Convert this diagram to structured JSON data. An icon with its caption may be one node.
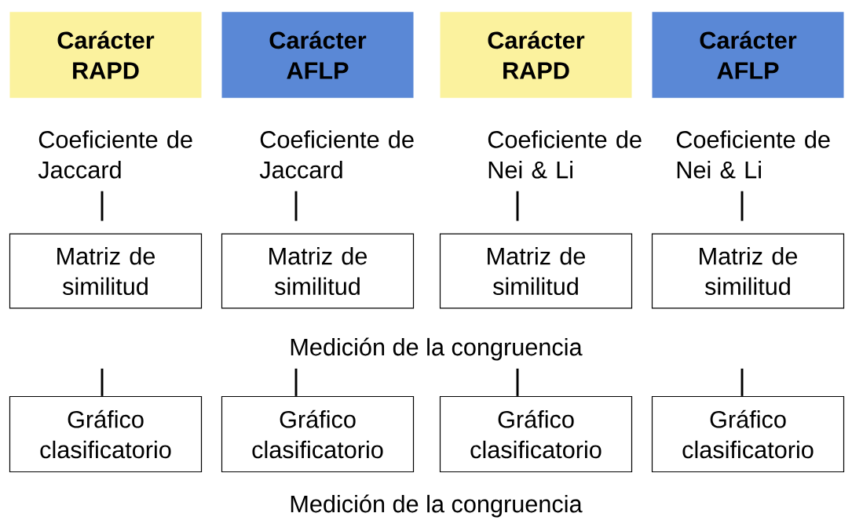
{
  "diagram": {
    "nodes": [
      {
        "text": [
          "Carácter RAPD"
        ]
      },
      {
        "text": [
          "Carácter AFLP"
        ]
      },
      {
        "text": [
          "Carácter RAPD"
        ]
      },
      {
        "text": [
          "Carácter AFLP"
        ]
      },
      {
        "text": [
          "Coeficiente de Jaccard"
        ]
      },
      {
        "text": [
          "Coeficiente de Jaccard"
        ]
      },
      {
        "text": [
          "Coeficiente de Nei & Li"
        ]
      },
      {
        "text": [
          "Coeficiente de Nei & Li"
        ]
      },
      {
        "text": [
          "Matriz de similitud"
        ]
      },
      {
        "text": [
          "Matriz de similitud"
        ]
      },
      {
        "text": [
          "Matriz de similitud"
        ]
      },
      {
        "text": [
          "Matriz de similitud"
        ]
      },
      {
        "text": [
          "Gráfico clasificatorio"
        ]
      },
      {
        "text": [
          "Gráfico clasificatorio"
        ]
      },
      {
        "text": [
          "Gráfico clasificatorio"
        ]
      },
      {
        "text": [
          "Gráfico clasificatorio"
        ]
      }
    ],
    "edges": [
      {
        "from": 4,
        "to": 8,
        "arrow": "none"
      },
      {
        "from": 5,
        "to": 9,
        "arrow": "none"
      },
      {
        "from": 6,
        "to": 10,
        "arrow": "none"
      },
      {
        "from": 7,
        "to": 11,
        "arrow": "none"
      },
      {
        "from": null,
        "to": 12,
        "arrow": "none"
      },
      {
        "from": null,
        "to": 13,
        "arrow": "none"
      },
      {
        "from": null,
        "to": 14,
        "arrow": "none"
      },
      {
        "from": null,
        "to": 15,
        "arrow": "none"
      }
    ],
    "labels": [
      "Medición de la congruencia",
      "Medición de la congruencia"
    ]
  }
}
